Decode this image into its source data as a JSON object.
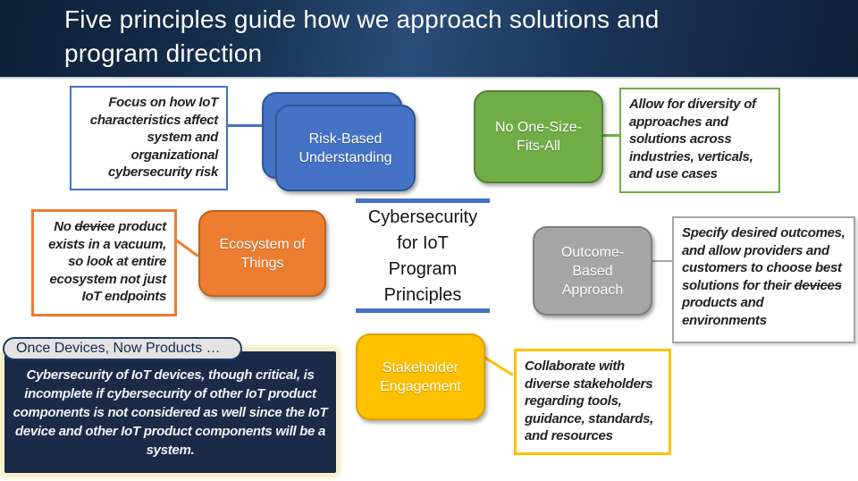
{
  "title": "Five principles guide how we approach solutions and\nprogram direction",
  "hub": {
    "label": "Cybersecurity\nfor IoT\nProgram\nPrinciples"
  },
  "principles": {
    "risk": {
      "label": "Risk-Based Understanding",
      "color": "#4472C4",
      "note": "Focus on how IoT characteristics affect system and organizational cybersecurity risk"
    },
    "nosize": {
      "label": "No One-Size-Fits-All",
      "color": "#70AD47",
      "note": "Allow for diversity of approaches and solutions across industries, verticals, and use cases"
    },
    "ecosystem": {
      "label": "Ecosystem of Things",
      "color": "#ED7D31",
      "note_pre": "No ",
      "note_struck": "device",
      "note_post": " product exists in a vacuum, so look at entire ecosystem not just IoT endpoints"
    },
    "outcome": {
      "label": "Outcome-Based Approach",
      "color": "#A6A6A6",
      "note_pre": "Specify desired outcomes, and allow providers and customers to choose best solutions for their ",
      "note_struck": "devices",
      "note_post": " products and environments"
    },
    "stakeholder": {
      "label": "Stakeholder Engagement",
      "color": "#FFC000",
      "note": "Collaborate with diverse stakeholders regarding tools, guidance, standards, and resources"
    }
  },
  "footnote": {
    "badge": "Once Devices, Now Products …",
    "text": "Cybersecurity of IoT devices, though critical, is incomplete if cybersecurity of other IoT product components is not considered as well since the IoT device and other IoT product components will be a system."
  },
  "palette": {
    "header_navy": "#16304F",
    "hub_bar_blue": "#4472C4",
    "footnote_navy": "#1B2B47",
    "footnote_glow": "#FAF3DA",
    "badge_gray": "#E3E3E3"
  }
}
